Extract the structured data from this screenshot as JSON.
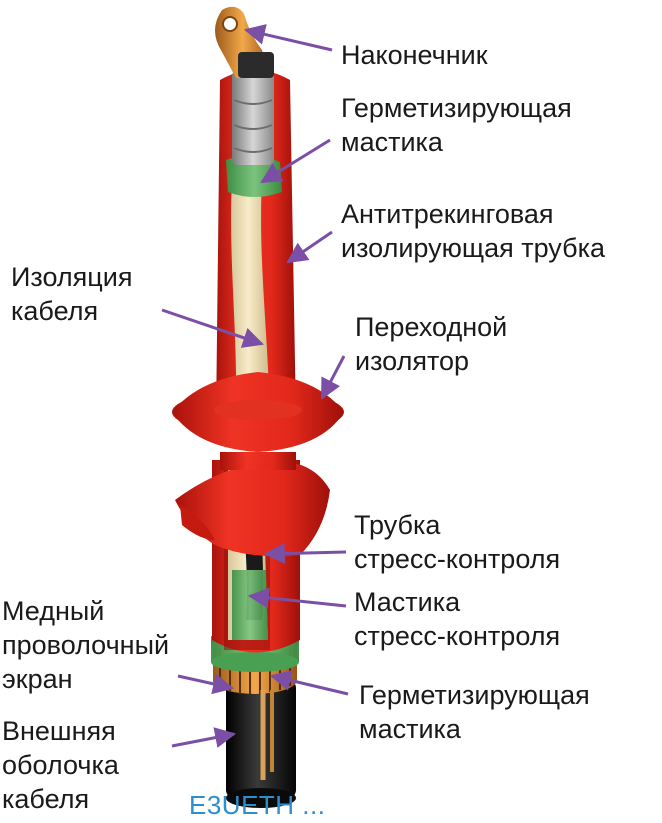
{
  "labels": {
    "lug": "Наконечник",
    "sealing_top_1": "Герметизирующая",
    "sealing_top_2": "мастика",
    "antitracking_1": "Антитрекинговая",
    "antitracking_2": "изолирующая трубка",
    "insulation_1": "Изоляция",
    "insulation_2": "кабеля",
    "adapter_1": "Переходной",
    "adapter_2": "изолятор",
    "stress_tube_1": "Трубка",
    "stress_tube_2": "стресс-контроля",
    "stress_mastic_1": "Мастика",
    "stress_mastic_2": "стресс-контроля",
    "copper_1": "Медный",
    "copper_2": "проволочный",
    "copper_3": "экран",
    "sealing_bottom_1": "Герметизирующая",
    "sealing_bottom_2": "мастика",
    "sheath_1": "Внешняя",
    "sheath_2": "оболочка",
    "sheath_3": "кабеля"
  },
  "watermark": "E3UETH ...",
  "colors": {
    "arrow": "#7b4fa6",
    "sleeve_red": "#e8281c",
    "sleeve_dark": "#b0150e",
    "insulation": "#f1e3bb",
    "mastic_green": "#5fb064",
    "jacket": "#141414",
    "copper": "#d8892a",
    "metal": "#a9a9a9",
    "watermark": "#2a8fd0"
  }
}
